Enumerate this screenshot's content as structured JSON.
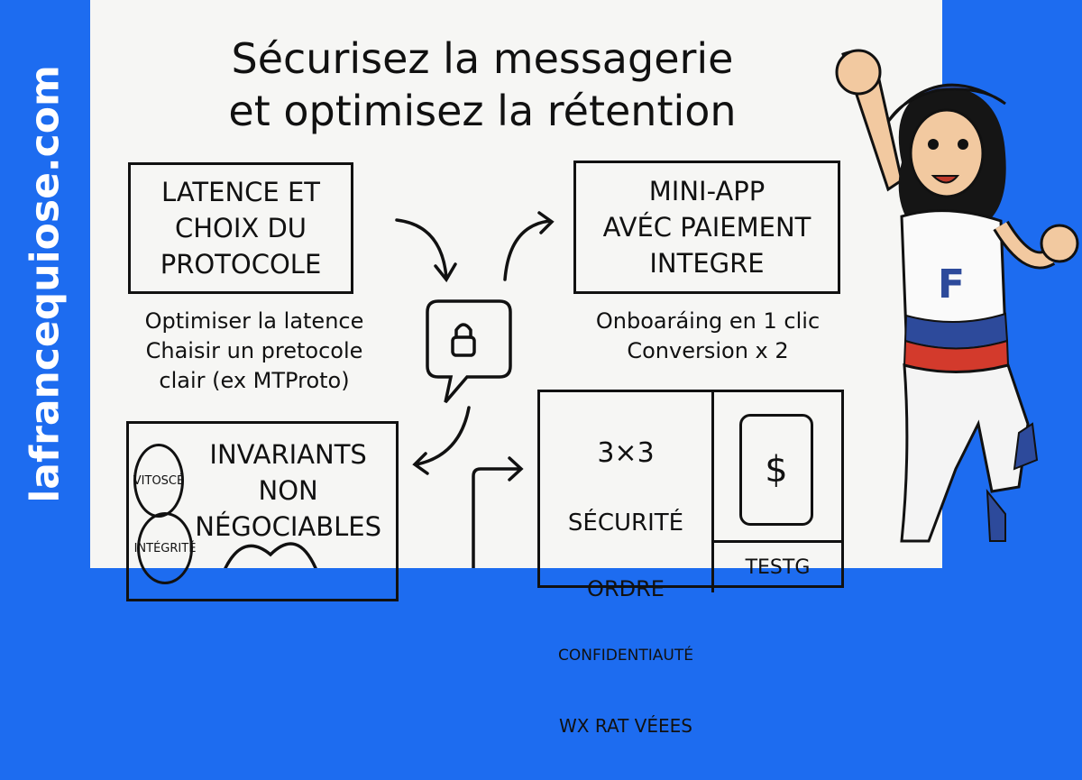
{
  "brand": {
    "site": "lafrancequiose.com",
    "color": "#1d6cf0"
  },
  "title": {
    "line1": "Sécurisez la messagerie",
    "line2": "et optimisez la rétention"
  },
  "boxes": {
    "latence": "LATENCE ET\nCHOIX DU\nPROTOCOLE",
    "miniapp": "MINI-APP\nAVÉC PAIEMENT\nINTEGRE",
    "invariants": "INVARIANTS\nNON\nNÉGOCIABLES",
    "grid_title": "3×3",
    "grid_items": [
      "SÉCURITÉ",
      "ORDRE",
      "CONFIDENTIAUTÉ",
      "WX RAT VÉEES"
    ],
    "tests": "TESTG"
  },
  "notes": {
    "latence": "Optimiser la latence\nChaisir un pretocole\nclair (ex MTProto)",
    "miniapp": "Onboaráing en 1 clic\nConversion x 2"
  },
  "circles": [
    "VITOSCÉ",
    "INTÉGRITÉ"
  ],
  "icons": {
    "center": "lock-chat-icon",
    "phone": "phone-dollar-icon",
    "dollar": "$"
  },
  "mascot": {
    "shirt_letter": "F"
  }
}
